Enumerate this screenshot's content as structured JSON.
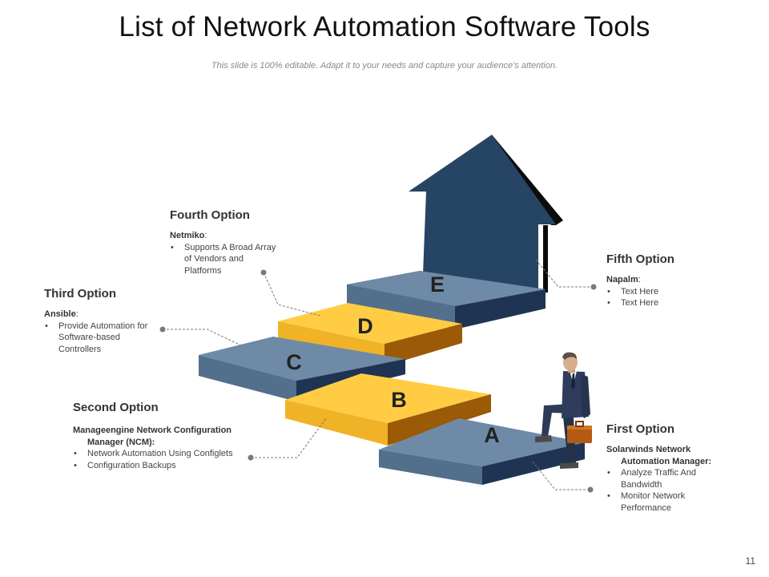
{
  "slide": {
    "title": "List of Network Automation Software Tools",
    "subtitle": "This slide is 100% editable. Adapt it to your needs and capture your audience's attention.",
    "page_number": "11"
  },
  "colors": {
    "navy": "#264463",
    "slate_top": "#6e8aa6",
    "slate_front": "#516e8b",
    "slate_side": "#1d3350",
    "yellow_top": "#ffcc44",
    "yellow_front": "#f0b327",
    "yellow_side": "#9a5a06",
    "connector": "#777777"
  },
  "steps": [
    {
      "letter": "A"
    },
    {
      "letter": "B"
    },
    {
      "letter": "C"
    },
    {
      "letter": "D"
    },
    {
      "letter": "E"
    }
  ],
  "options": {
    "first": {
      "heading": "First Option",
      "subheading_line1": "Solarwinds Network",
      "subheading_line2": "Automation Manager:",
      "bullets": [
        "Analyze Traffic And Bandwidth",
        "Monitor Network Performance"
      ]
    },
    "second": {
      "heading": "Second  Option",
      "subheading_line1": "Manageengine Network Configuration",
      "subheading_line2": "Manager (NCM):",
      "bullets": [
        "Network Automation Using Configlets",
        "Configuration Backups"
      ]
    },
    "third": {
      "heading": "Third Option",
      "subheading": "Ansible",
      "bullets": [
        "Provide Automation for Software-based Controllers"
      ]
    },
    "fourth": {
      "heading": "Fourth Option",
      "subheading": "Netmiko",
      "bullets": [
        "Supports A Broad Array  of Vendors and Platforms"
      ]
    },
    "fifth": {
      "heading": "Fifth Option",
      "subheading": "Napalm",
      "bullets": [
        "Text Here",
        "Text Here"
      ]
    }
  }
}
